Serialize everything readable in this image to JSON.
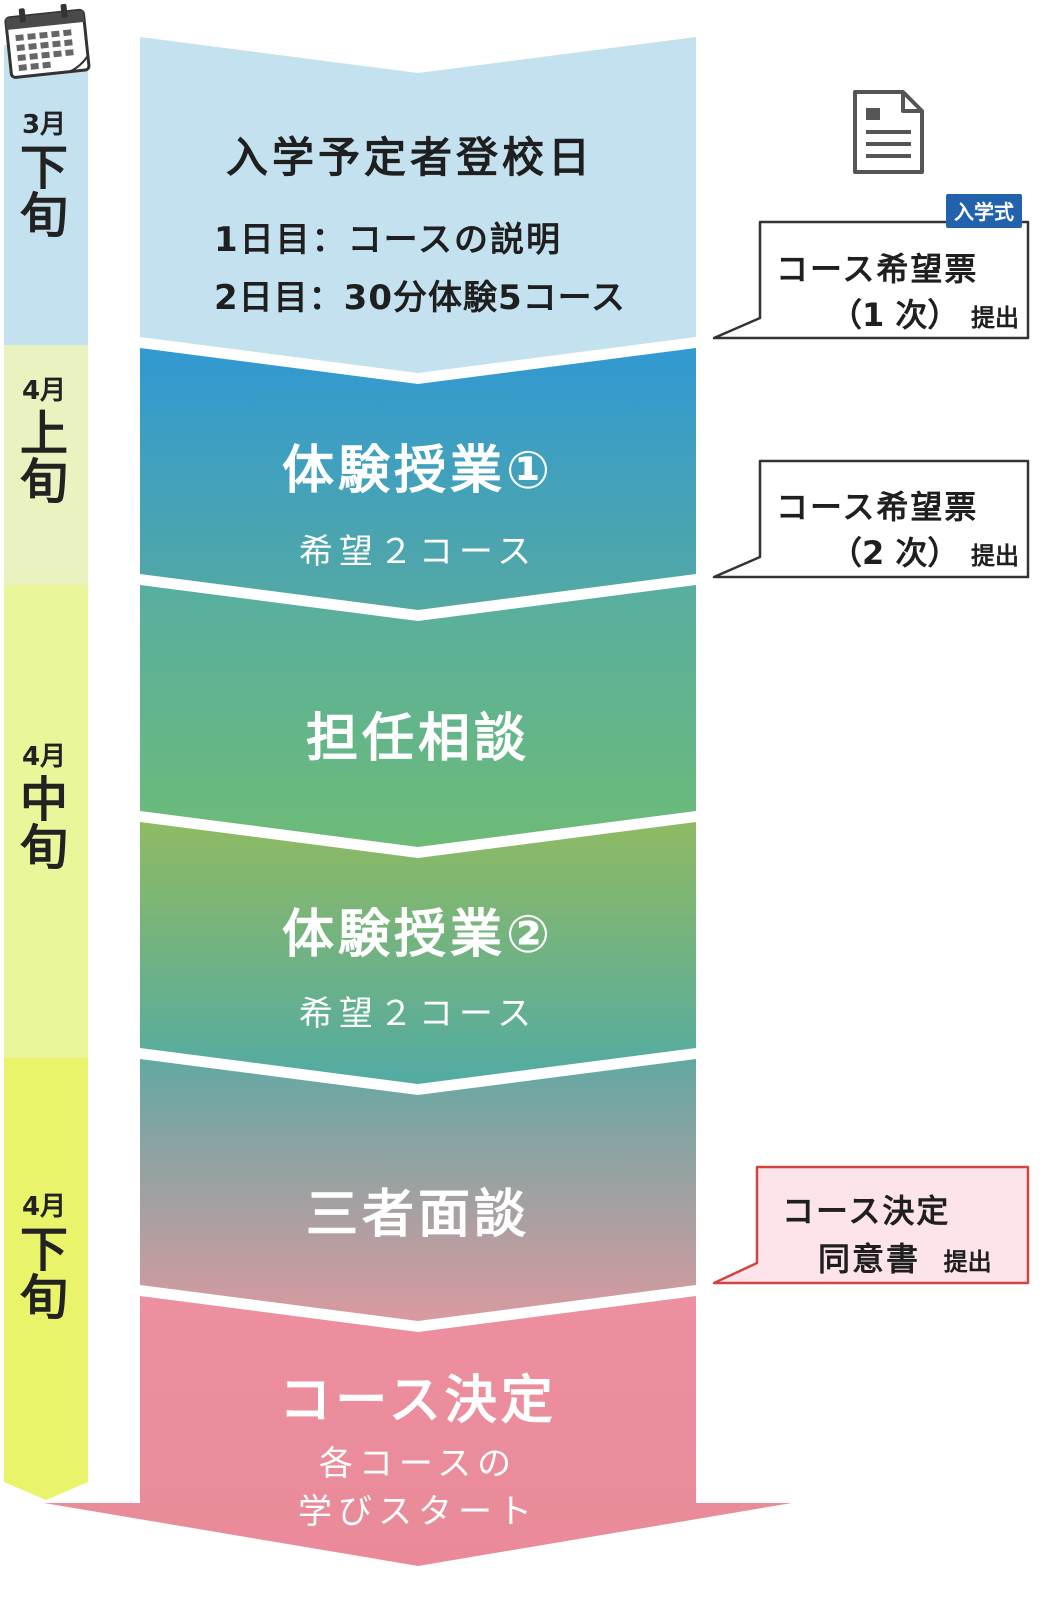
{
  "timeline": [
    {
      "month": "3月",
      "period": "下旬",
      "color": "#c4e1ef"
    },
    {
      "month": "4月",
      "period": "上旬",
      "color": "#eaf2bf"
    },
    {
      "month": "4月",
      "period": "中旬",
      "color": "#ebf59a"
    },
    {
      "month": "4月",
      "period": "下旬",
      "color": "#e9f46a"
    }
  ],
  "steps": [
    {
      "title": "入学予定者登校日",
      "line1": "1日目：コースの説明",
      "line2": "2日目：30分体験5コース"
    },
    {
      "title": "体験授業①",
      "sub": "希望２コース"
    },
    {
      "title": "担任相談"
    },
    {
      "title": "体験授業②",
      "sub": "希望２コース"
    },
    {
      "title": "三者面談"
    },
    {
      "title": "コース決定",
      "sub_line1": "各コースの",
      "sub_line2": "学びスタート"
    }
  ],
  "callouts": [
    {
      "badge": "入学式",
      "line1": "コース希望票",
      "line2_main": "（1 次）",
      "line2_suffix": "提出"
    },
    {
      "line1": "コース希望票",
      "line2_main": "（2 次）",
      "line2_suffix": "提出"
    },
    {
      "line1": "コース決定",
      "line2_main": "同意書",
      "line2_suffix": "提出"
    }
  ],
  "icons": {
    "calendar": "calendar-icon",
    "document": "document-icon"
  },
  "colors": {
    "step1": "#c4e1ef",
    "step_blue": "#3199d2",
    "step_green": "#6dbb78",
    "step_pink": "#ec8e9e",
    "callout_pink_bg": "#fce4ea",
    "callout_pink_border": "#d0453f",
    "badge": "#2262ad"
  }
}
